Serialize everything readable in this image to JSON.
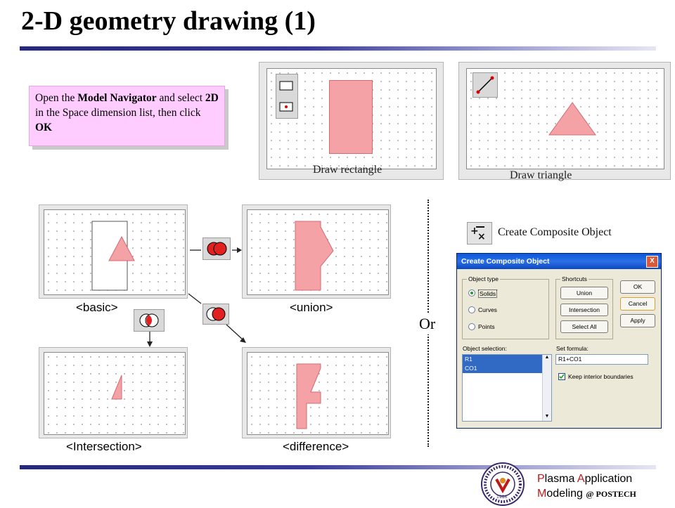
{
  "slide": {
    "title": "2-D geometry drawing (1)",
    "note_segments": [
      "Open the ",
      "Model Navigator",
      " and select ",
      "2D",
      " in the Space dimension list, then click ",
      "OK"
    ],
    "caption_draw_rectangle": "Draw rectangle",
    "caption_draw_triangle": "Draw triangle",
    "caption_basic": "<basic>",
    "caption_union": "<union>",
    "caption_intersection": "<Intersection>",
    "caption_difference": "<difference>",
    "or_label": "Or",
    "composite_label": "Create Composite Object",
    "colors": {
      "accent_rule": "#28287a",
      "shape_fill": "#f4a2a6",
      "note_bg": "#ffccff"
    }
  },
  "dialog": {
    "title": "Create Composite Object",
    "close_glyph": "X",
    "object_type_label": "Object type",
    "object_types": [
      "Solids",
      "Curves",
      "Points"
    ],
    "selected_object_type": "Solids",
    "shortcuts_label": "Shortcuts",
    "shortcut_buttons": [
      "Union",
      "Intersection",
      "Select All"
    ],
    "ok": "OK",
    "cancel": "Cancel",
    "apply": "Apply",
    "object_selection_label": "Object selection:",
    "object_selection_items": [
      "R1",
      "CO1"
    ],
    "set_formula_label": "Set formula:",
    "set_formula_value": "R1+CO1",
    "keep_interior_label": "Keep interior boundaries",
    "keep_interior_checked": true
  },
  "footer": {
    "line1_accent_1": "P",
    "line1_rest_1": "lasma ",
    "line1_accent_2": "A",
    "line1_rest_2": "pplication",
    "line2_accent": "M",
    "line2_rest": "odeling ",
    "line2_bold": "@ POSTECH",
    "seal_year": "1986"
  }
}
